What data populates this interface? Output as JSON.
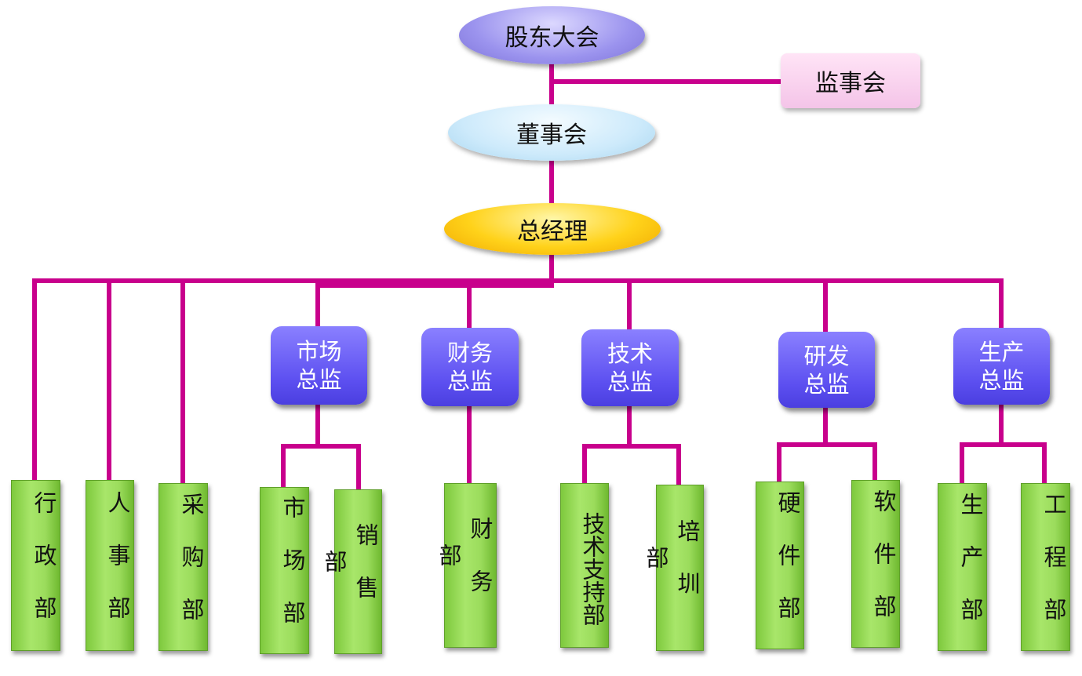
{
  "chart": {
    "shareholders": "股东大会",
    "supervisors": "监事会",
    "board": "董事会",
    "gm": "总经理",
    "directors": {
      "market": "市场\n总监",
      "finance": "财务\n总监",
      "tech": "技术\n总监",
      "rnd": "研发\n总监",
      "production": "生产\n总监"
    },
    "departments": {
      "admin": "行政部",
      "hr": "人事部",
      "purchasing": "采购部",
      "market": "市场部",
      "sales": "销售部",
      "finance": "财务部",
      "tech_support": "技术支持部",
      "training": "培圳部",
      "hardware": "硬件部",
      "software": "软件部",
      "production": "生产部",
      "engineering": "工程部"
    }
  },
  "colors": {
    "connector": "#c8008c",
    "director_fill": "#5c4ff0",
    "department_fill": "#9bdc5c"
  }
}
